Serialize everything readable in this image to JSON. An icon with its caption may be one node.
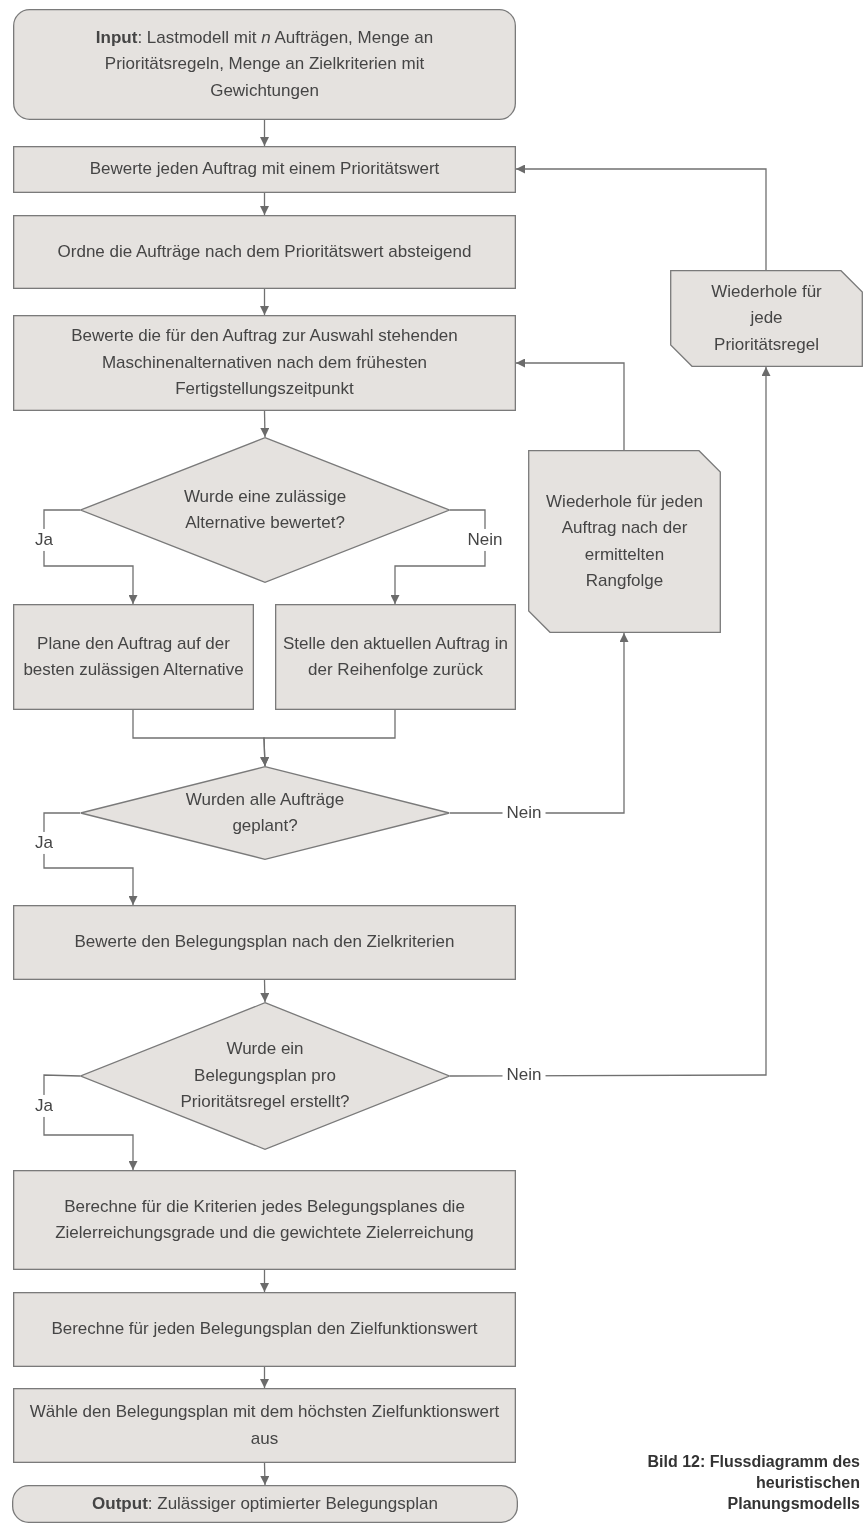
{
  "diagram": {
    "caption": "Bild 12: Flussdiagramm des heuristischen Planungsmodells",
    "nodes": [
      {
        "text": [
          "**Input**: Lastmodell mit *n* Aufträgen, Menge an Prioritätsregeln, Menge an Zielkriterien mit Gewichtungen"
        ]
      },
      {
        "text": [
          "Bewerte jeden Auftrag mit einem Prioritätswert"
        ]
      },
      {
        "text": [
          "Ordne die Aufträge nach dem Prioritätswert absteigend"
        ]
      },
      {
        "text": [
          "Bewerte die für den Auftrag zur Auswahl stehenden Maschinenalternativen nach dem frühesten Fertigstellungszeitpunkt"
        ]
      },
      {
        "text": [
          "Wurde eine zulässige Alternative bewertet?"
        ]
      },
      {
        "text": [
          "Plane den Auftrag auf der besten zulässigen Alternative"
        ]
      },
      {
        "text": [
          "Stelle den aktuellen Auftrag in der Reihenfolge zurück"
        ]
      },
      {
        "text": [
          "Wurden alle Aufträge geplant?"
        ]
      },
      {
        "text": [
          "Bewerte den Belegungsplan nach den Zielkriterien"
        ]
      },
      {
        "text": [
          "Wurde ein Belegungsplan pro Prioritätsregel erstellt?"
        ]
      },
      {
        "text": [
          "Berechne für die Kriterien jedes Belegungsplanes die Zielerreichungsgrade und die gewichtete Zielerreichung"
        ]
      },
      {
        "text": [
          "Berechne für jeden Belegungsplan den Zielfunktionswert"
        ]
      },
      {
        "text": [
          "Wähle den Belegungsplan mit dem höchsten Zielfunktionswert aus"
        ]
      },
      {
        "text": [
          "**Output**: Zulässiger optimierter Belegungsplan"
        ]
      },
      {
        "text": [
          "Wiederhole für jeden Auftrag nach der ermittelten Rangfolge"
        ]
      },
      {
        "text": [
          "Wiederhole für jede Prioritätsregel"
        ]
      }
    ],
    "edges": [
      {
        "from": 0,
        "to": 1,
        "arrow": "to"
      },
      {
        "from": 1,
        "to": 2,
        "arrow": "to"
      },
      {
        "from": 2,
        "to": 3,
        "arrow": "to"
      },
      {
        "from": 3,
        "to": 4,
        "arrow": "to"
      },
      {
        "from": 4,
        "to": 5,
        "arrow": "to",
        "label": "Ja"
      },
      {
        "from": 4,
        "to": 6,
        "arrow": "to",
        "label": "Nein"
      },
      {
        "from": 5,
        "to": 7,
        "arrow": "to"
      },
      {
        "from": 6,
        "to": 7,
        "arrow": "to"
      },
      {
        "from": 7,
        "to": 8,
        "arrow": "to",
        "label": "Ja"
      },
      {
        "from": 7,
        "to": 14,
        "arrow": "to",
        "label": "Nein"
      },
      {
        "from": 14,
        "to": 3,
        "arrow": "to"
      },
      {
        "from": 8,
        "to": 9,
        "arrow": "to"
      },
      {
        "from": 9,
        "to": 10,
        "arrow": "to",
        "label": "Ja"
      },
      {
        "from": 9,
        "to": 15,
        "arrow": "to",
        "label": "Nein"
      },
      {
        "from": 15,
        "to": 1,
        "arrow": "to"
      },
      {
        "from": 10,
        "to": 11,
        "arrow": "to"
      },
      {
        "from": 11,
        "to": 12,
        "arrow": "to"
      },
      {
        "from": 12,
        "to": 13,
        "arrow": "to"
      }
    ]
  }
}
